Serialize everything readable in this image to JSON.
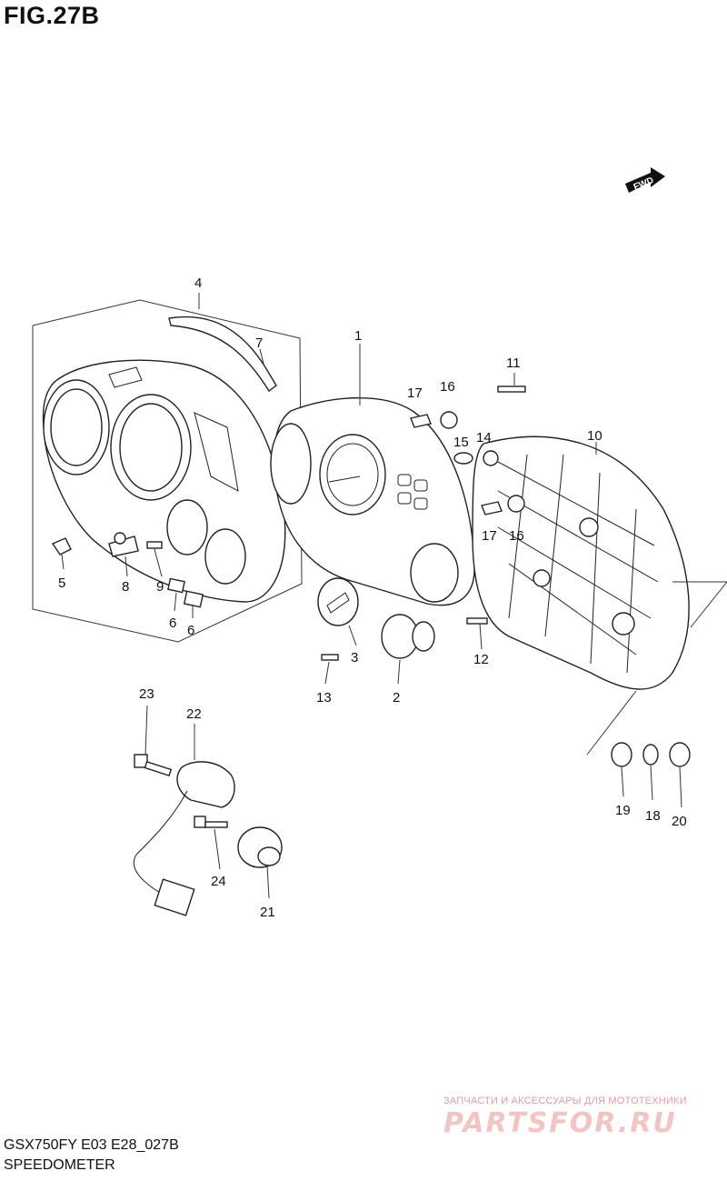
{
  "figure": {
    "title": "FIG.27B"
  },
  "fwd_badge": {
    "label": "FWD",
    "icon": "forward-arrow-icon"
  },
  "callouts": {
    "c1": "1",
    "c2": "2",
    "c3": "3",
    "c4": "4",
    "c5": "5",
    "c6a": "6",
    "c6b": "6",
    "c7": "7",
    "c8": "8",
    "c9": "9",
    "c10": "10",
    "c11": "11",
    "c12": "12",
    "c13": "13",
    "c14": "14",
    "c15": "15",
    "c16a": "16",
    "c16b": "16",
    "c17a": "17",
    "c17b": "17",
    "c18": "18",
    "c19": "19",
    "c20": "20",
    "c21": "21",
    "c22": "22",
    "c23": "23",
    "c24": "24"
  },
  "footer": {
    "model_code": "GSX750FY E03 E28_027B",
    "section_title": "SPEEDOMETER"
  },
  "watermark": {
    "tagline": "ЗАПЧАСТИ И АКСЕССУАРЫ ДЛЯ МОТОТЕХНИКИ",
    "logo_text": "PARTSFOR.RU"
  }
}
